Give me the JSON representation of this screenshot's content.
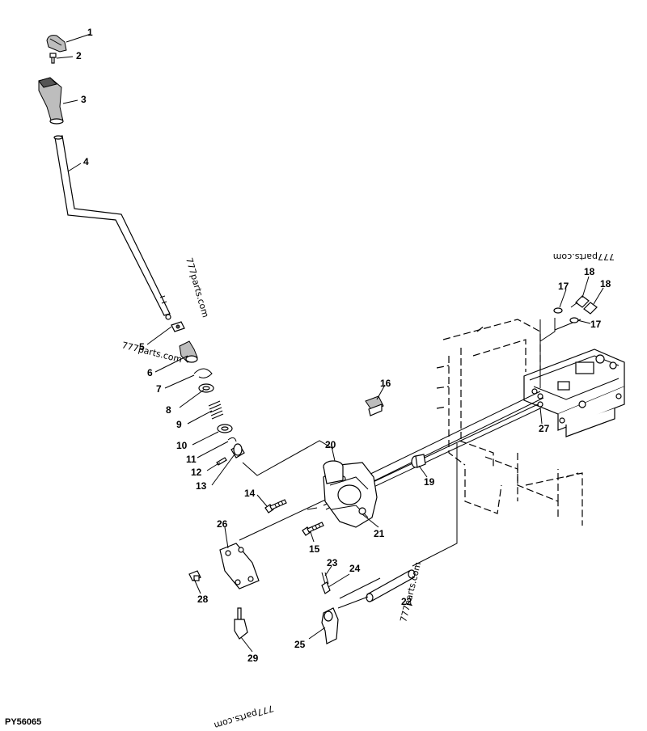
{
  "figure_id": "PY56065",
  "watermarks": [
    "777parts.com",
    "777parts.com",
    "777parts.com",
    "777parts.com",
    "777parts.com"
  ],
  "callouts": [
    "1",
    "2",
    "3",
    "4",
    "5",
    "6",
    "7",
    "8",
    "9",
    "10",
    "11",
    "12",
    "13",
    "14",
    "15",
    "16",
    "17",
    "18",
    "18",
    "17",
    "19",
    "20",
    "21",
    "22",
    "23",
    "24",
    "25",
    "26",
    "27",
    "28",
    "29"
  ]
}
